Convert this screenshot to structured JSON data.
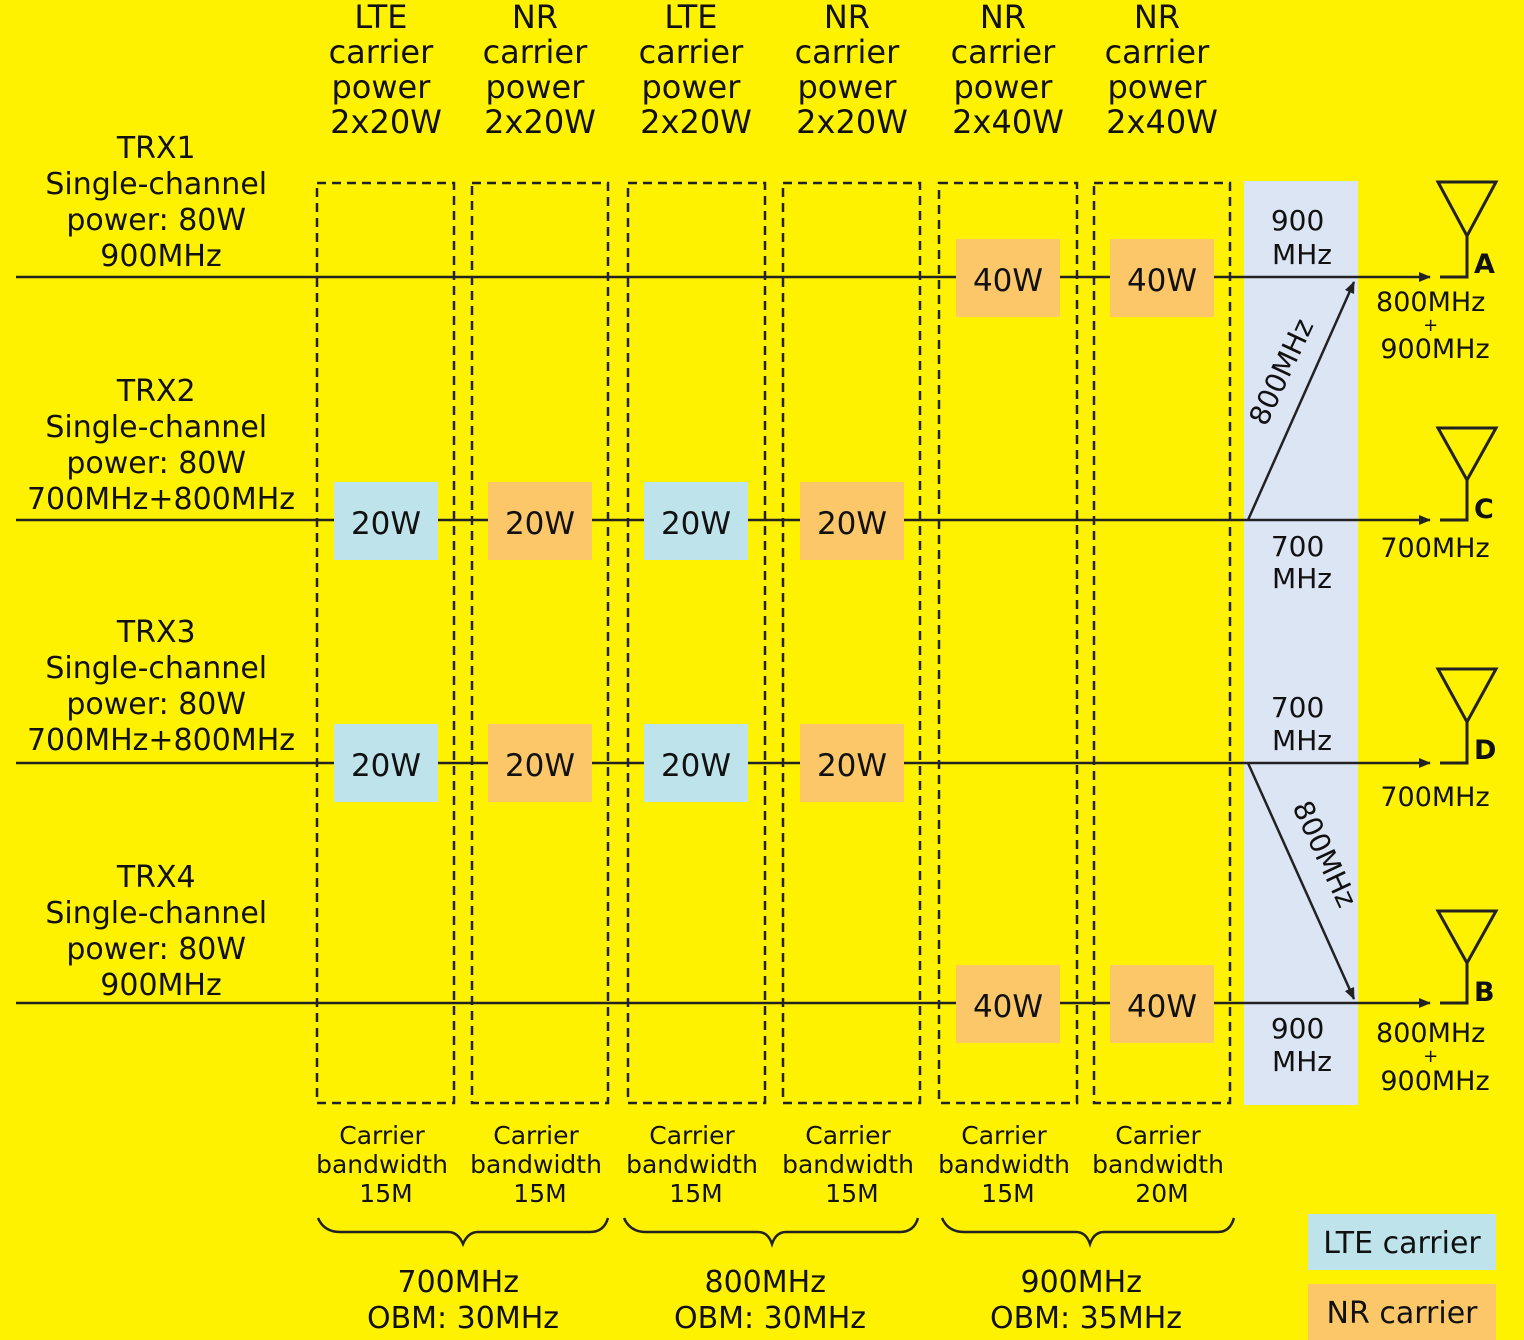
{
  "columns": [
    {
      "header": [
        "LTE",
        "carrier",
        "power",
        "2x20W"
      ],
      "bandwidth": [
        "Carrier",
        "bandwidth",
        "15M"
      ]
    },
    {
      "header": [
        "NR",
        "carrier",
        "power",
        "2x20W"
      ],
      "bandwidth": [
        "Carrier",
        "bandwidth",
        "15M"
      ]
    },
    {
      "header": [
        "LTE",
        "carrier",
        "power",
        "2x20W"
      ],
      "bandwidth": [
        "Carrier",
        "bandwidth",
        "15M"
      ]
    },
    {
      "header": [
        "NR",
        "carrier",
        "power",
        "2x20W"
      ],
      "bandwidth": [
        "Carrier",
        "bandwidth",
        "15M"
      ]
    },
    {
      "header": [
        "NR",
        "carrier",
        "power",
        "2x40W"
      ],
      "bandwidth": [
        "Carrier",
        "bandwidth",
        "15M"
      ]
    },
    {
      "header": [
        "NR",
        "carrier",
        "power",
        "2x40W"
      ],
      "bandwidth": [
        "Carrier",
        "bandwidth",
        "20M"
      ]
    }
  ],
  "trx": [
    {
      "label": [
        "TRX1",
        "Single-channel",
        "power: 80W",
        "900MHz"
      ]
    },
    {
      "label": [
        "TRX2",
        "Single-channel",
        "power: 80W",
        "700MHz+800MHz"
      ]
    },
    {
      "label": [
        "TRX3",
        "Single-channel",
        "power: 80W",
        "700MHz+800MHz"
      ]
    },
    {
      "label": [
        "TRX4",
        "Single-channel",
        "power: 80W",
        "900MHz"
      ]
    }
  ],
  "carriers": {
    "trx1": [
      {
        "col": 4,
        "label": "40W",
        "kind": "NR"
      },
      {
        "col": 5,
        "label": "40W",
        "kind": "NR"
      }
    ],
    "trx2": [
      {
        "col": 0,
        "label": "20W",
        "kind": "LTE"
      },
      {
        "col": 1,
        "label": "20W",
        "kind": "NR"
      },
      {
        "col": 2,
        "label": "20W",
        "kind": "LTE"
      },
      {
        "col": 3,
        "label": "20W",
        "kind": "NR"
      }
    ],
    "trx3": [
      {
        "col": 0,
        "label": "20W",
        "kind": "LTE"
      },
      {
        "col": 1,
        "label": "20W",
        "kind": "NR"
      },
      {
        "col": 2,
        "label": "20W",
        "kind": "LTE"
      },
      {
        "col": 3,
        "label": "20W",
        "kind": "NR"
      }
    ],
    "trx4": [
      {
        "col": 4,
        "label": "40W",
        "kind": "NR"
      },
      {
        "col": 5,
        "label": "40W",
        "kind": "NR"
      }
    ]
  },
  "combiner": {
    "a_band": [
      "900",
      "MHz"
    ],
    "c_band": [
      "700",
      "MHz"
    ],
    "d_band": [
      "700",
      "MHz"
    ],
    "b_band": [
      "900",
      "MHz"
    ],
    "diag_up": "800MHz",
    "diag_down": "800MHz"
  },
  "antennas": [
    {
      "port": "A",
      "freq": [
        "800MHz",
        "+",
        "900MHz"
      ]
    },
    {
      "port": "C",
      "freq": [
        "700MHz"
      ]
    },
    {
      "port": "D",
      "freq": [
        "700MHz"
      ]
    },
    {
      "port": "B",
      "freq": [
        "800MHz",
        "+",
        "900MHz"
      ]
    }
  ],
  "groups": [
    {
      "label": [
        "700MHz",
        "OBM: 30MHz"
      ]
    },
    {
      "label": [
        "800MHz",
        "OBM: 30MHz"
      ]
    },
    {
      "label": [
        "900MHz",
        "OBM: 35MHz"
      ]
    }
  ],
  "legend": {
    "lte": "LTE carrier",
    "nr": "NR carrier"
  },
  "colors": {
    "background": "#FFF200",
    "lte": "#BFE3EA",
    "nr": "#FCC768",
    "combiner": "#DCE5F4",
    "line": "#222222"
  }
}
